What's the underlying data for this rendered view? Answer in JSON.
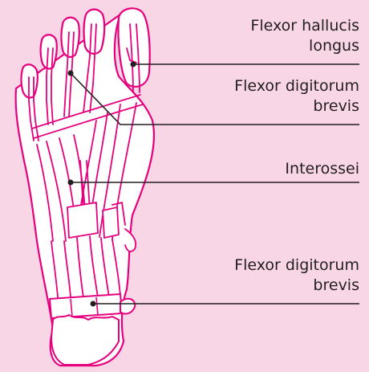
{
  "colors": {
    "background": "#f8d6e6",
    "outline": "#e6007e",
    "fill": "#ffffff",
    "leader": "#231f20"
  },
  "labels": {
    "flexor_hallucis_longus": {
      "line1": "Flexor hallucis",
      "line2": "longus"
    },
    "flexor_digitorum_brevis_upper": {
      "line1": "Flexor digitorum",
      "line2": "brevis"
    },
    "interossei": {
      "line1": "Interossei"
    },
    "flexor_digitorum_brevis_lower": {
      "line1": "Flexor digitorum",
      "line2": "brevis"
    }
  }
}
